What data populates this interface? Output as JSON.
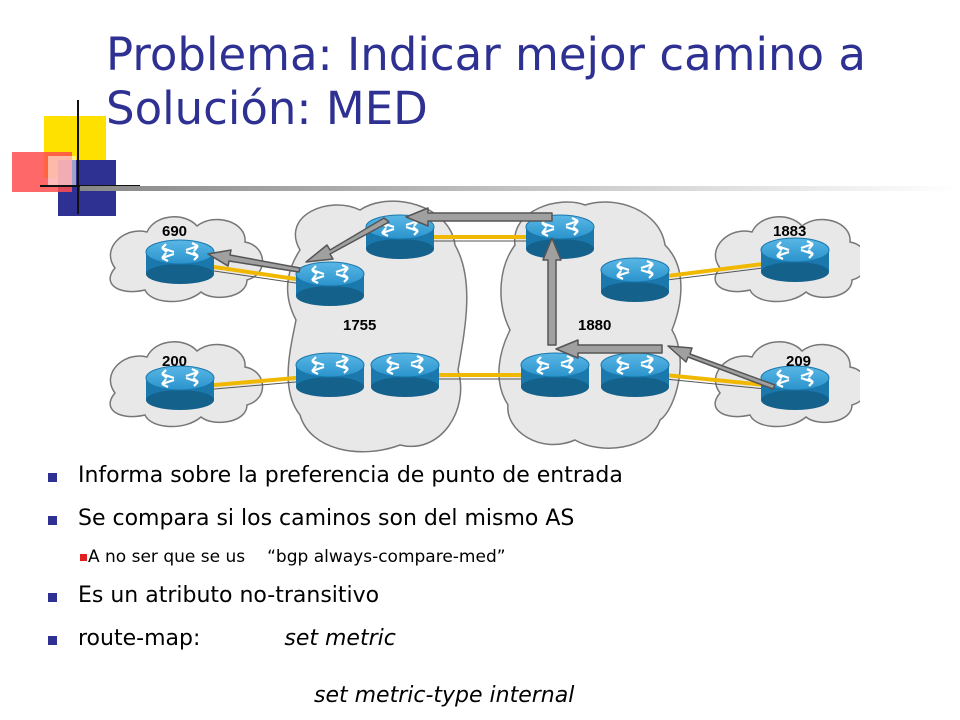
{
  "slide": {
    "title_line1": "Problema: Indicar mejor camino a",
    "title_line2": "Solución: MED"
  },
  "diagram": {
    "as_labels": {
      "as690": "690",
      "as1883": "1883",
      "as1755": "1755",
      "as1880": "1880",
      "as200": "200",
      "as209": "209"
    }
  },
  "bullets": {
    "b1": "Informa sobre la preferencia de punto de entrada",
    "b2": "Se compara si los caminos son del mismo AS",
    "sub1_a": "A no ser que se us",
    "sub1_b": "“bgp always-compare-med”",
    "b3": "Es un atributo no-transitivo",
    "b4_label": "route-map:",
    "b4_cmd": "set metric",
    "b5_cmd": "set metric-type  internal"
  },
  "colors": {
    "title": "#2e3192",
    "router_body": "#1f8fc7",
    "link": "#f0b800",
    "arrow": "#a0a0a0",
    "bullet": "#2e3192",
    "sub_bullet": "#e02020"
  }
}
